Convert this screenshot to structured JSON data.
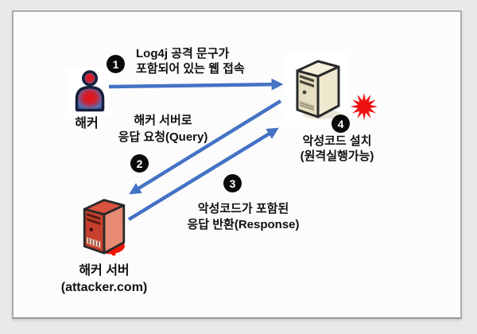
{
  "canvas": {
    "background": "#e9e9e9",
    "panel_background": "#fcfcfc",
    "panel_border": "#a8a8a8"
  },
  "colors": {
    "arrow_blue": "#4472c4",
    "badge_background": "#0b0b0b",
    "badge_text": "#ffffff",
    "explosion_red": "#ee1111",
    "text": "#111111",
    "web_server_body": "#e7dfc2",
    "attacker_server_body": "#c8402e"
  },
  "nodes": {
    "hacker": {
      "label": "해커",
      "icon": "hacker-person-icon"
    },
    "web_server": {
      "icon": "web-server-icon"
    },
    "attacker_server": {
      "label": "해커 서버",
      "sublabel": "(attacker.com)",
      "icon": "attacker-server-icon"
    },
    "explosion": {
      "icon": "explosion-starburst-icon"
    }
  },
  "steps": [
    {
      "num": "1",
      "line1": "Log4j 공격 문구가",
      "line2": "포함되어 있는 웹 접속"
    },
    {
      "num": "2",
      "line1": "해커 서버로",
      "line2": "응답 요청(Query)"
    },
    {
      "num": "3",
      "line1": "악성코드가 포함된",
      "line2": "응답 반환(Response)"
    },
    {
      "num": "4",
      "line1": "악성코드 설치",
      "line2": "(원격실행가능)"
    }
  ]
}
